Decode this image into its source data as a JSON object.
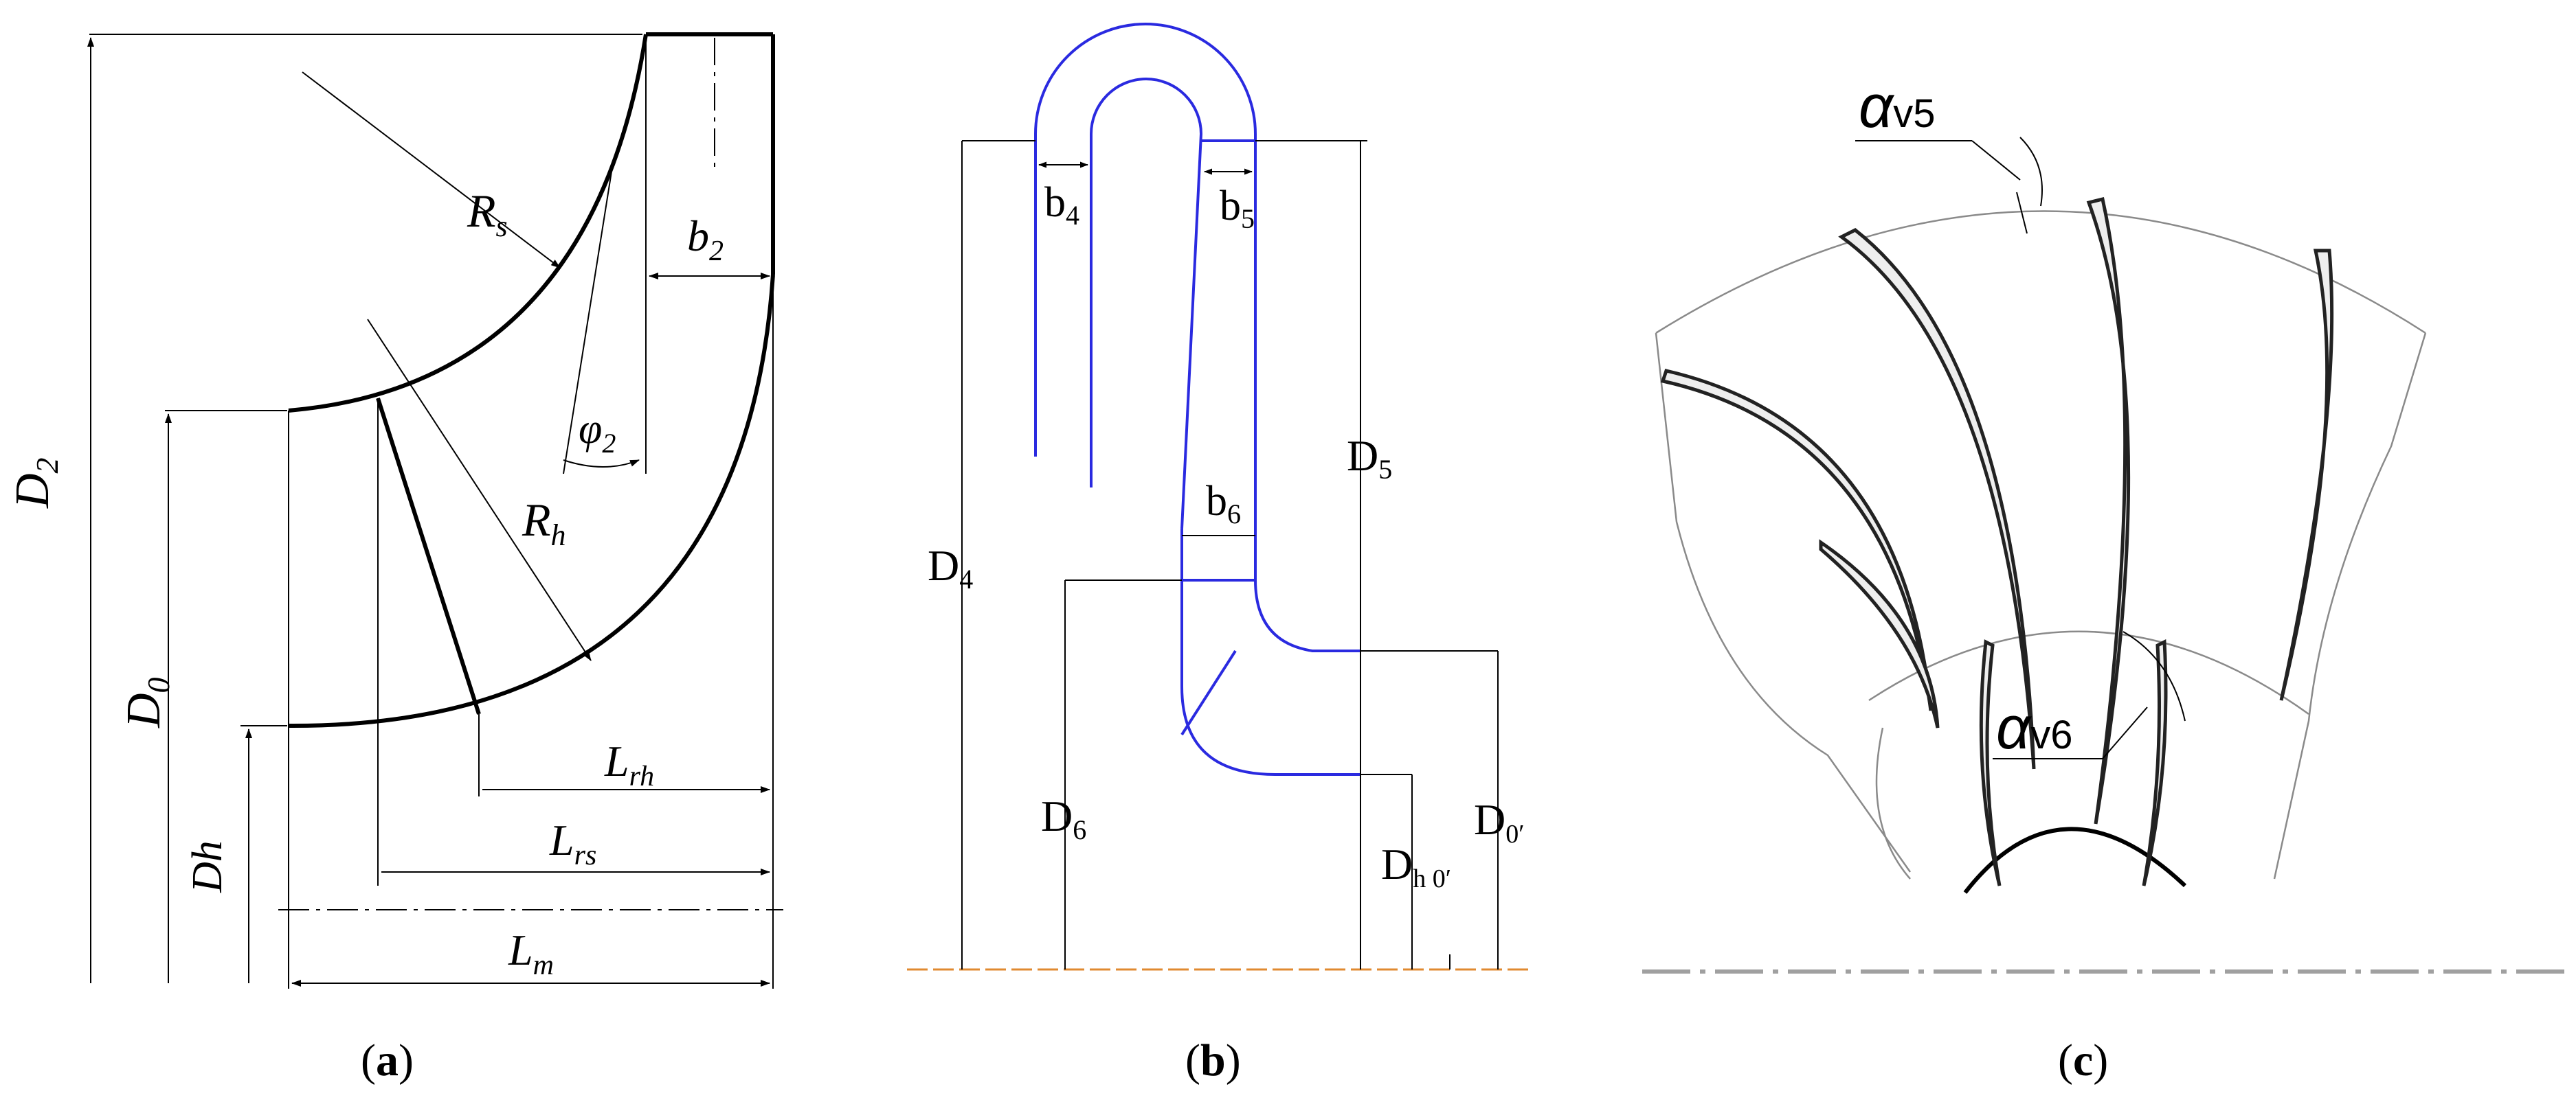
{
  "panels": {
    "a": {
      "caption_open": "(",
      "caption_letter": "a",
      "caption_close": ")",
      "labels": {
        "D2": "D",
        "D2_sub": "2",
        "D0": "D",
        "D0_sub": "0",
        "Dh": "Dh",
        "Rs": "R",
        "Rs_sub": "s",
        "Rh": "R",
        "Rh_sub": "h",
        "b2": "b",
        "b2_sub": "2",
        "phi2": "φ",
        "phi2_sub": "2",
        "Lrh": "L",
        "Lrh_sub": "rh",
        "Lrs": "L",
        "Lrs_sub": "rs",
        "Lm": "L",
        "Lm_sub": "m"
      }
    },
    "b": {
      "caption_open": "(",
      "caption_letter": "b",
      "caption_close": ")",
      "labels": {
        "b4": "b",
        "b4_sub": "4",
        "b5": "b",
        "b5_sub": "5",
        "b6": "b",
        "b6_sub": "6",
        "D4": "D",
        "D4_sub": "4",
        "D5": "D",
        "D5_sub": "5",
        "D6": "D",
        "D6_sub": "6",
        "Dh0": "D",
        "Dh0_sub": "h 0′",
        "D0p": "D",
        "D0p_sub": "0′"
      }
    },
    "c": {
      "caption_open": "(",
      "caption_letter": "c",
      "caption_close": ")",
      "labels": {
        "av5": "α",
        "av5_sub": "v5",
        "av6": "α",
        "av6_sub": "v6"
      }
    }
  }
}
